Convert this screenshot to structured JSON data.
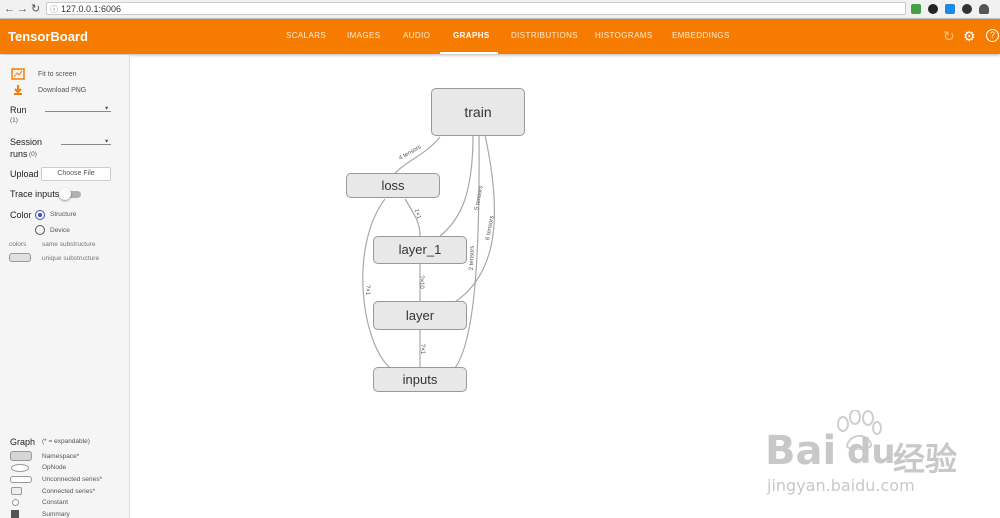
{
  "browser": {
    "url": "127.0.0.1:6006",
    "back": "←",
    "forward": "→",
    "reload": "↻",
    "info": "ⓘ"
  },
  "app": {
    "title": "TensorBoard",
    "tabs": [
      "SCALARS",
      "IMAGES",
      "AUDIO",
      "GRAPHS",
      "DISTRIBUTIONS",
      "HISTOGRAMS",
      "EMBEDDINGS"
    ],
    "active_tab": "GRAPHS",
    "accent": "#f57c00"
  },
  "sidebar": {
    "fit_to_screen": "Fit to screen",
    "download_png": "Download PNG",
    "run_label": "Run",
    "run_count": "(1)",
    "session_label_1": "Session",
    "session_label_2": "runs",
    "session_count": "(0)",
    "upload_label": "Upload",
    "choose_file": "Choose File",
    "trace_inputs": "Trace inputs",
    "color_label": "Color",
    "color_structure": "Structure",
    "color_device": "Device",
    "colors_label": "colors",
    "same_substructure": "same substructure",
    "unique_substructure": "unique substructure",
    "graph_label": "Graph",
    "expandable_note": "(* = expandable)",
    "legend": [
      "Namespace*",
      "OpNode",
      "Unconnected series*",
      "Connected series*",
      "Constant",
      "Summary"
    ]
  },
  "graph": {
    "nodes": {
      "train": "train",
      "loss": "loss",
      "layer_1": "layer_1",
      "layer": "layer",
      "inputs": "inputs"
    },
    "edge_labels": {
      "train_loss": "4 tensors",
      "loss_layer1": "1×1",
      "train_layer1": "5 tensors",
      "train_layer": "6 tensors",
      "train_inputs": "2 tensors",
      "loss_inputs": "?×1",
      "layer1_layer": "?×10",
      "layer_inputs": "?×1"
    }
  },
  "watermark": {
    "brand": "Bai",
    "brand2": "du",
    "cn": "经验",
    "url": "jingyan.baidu.com"
  }
}
